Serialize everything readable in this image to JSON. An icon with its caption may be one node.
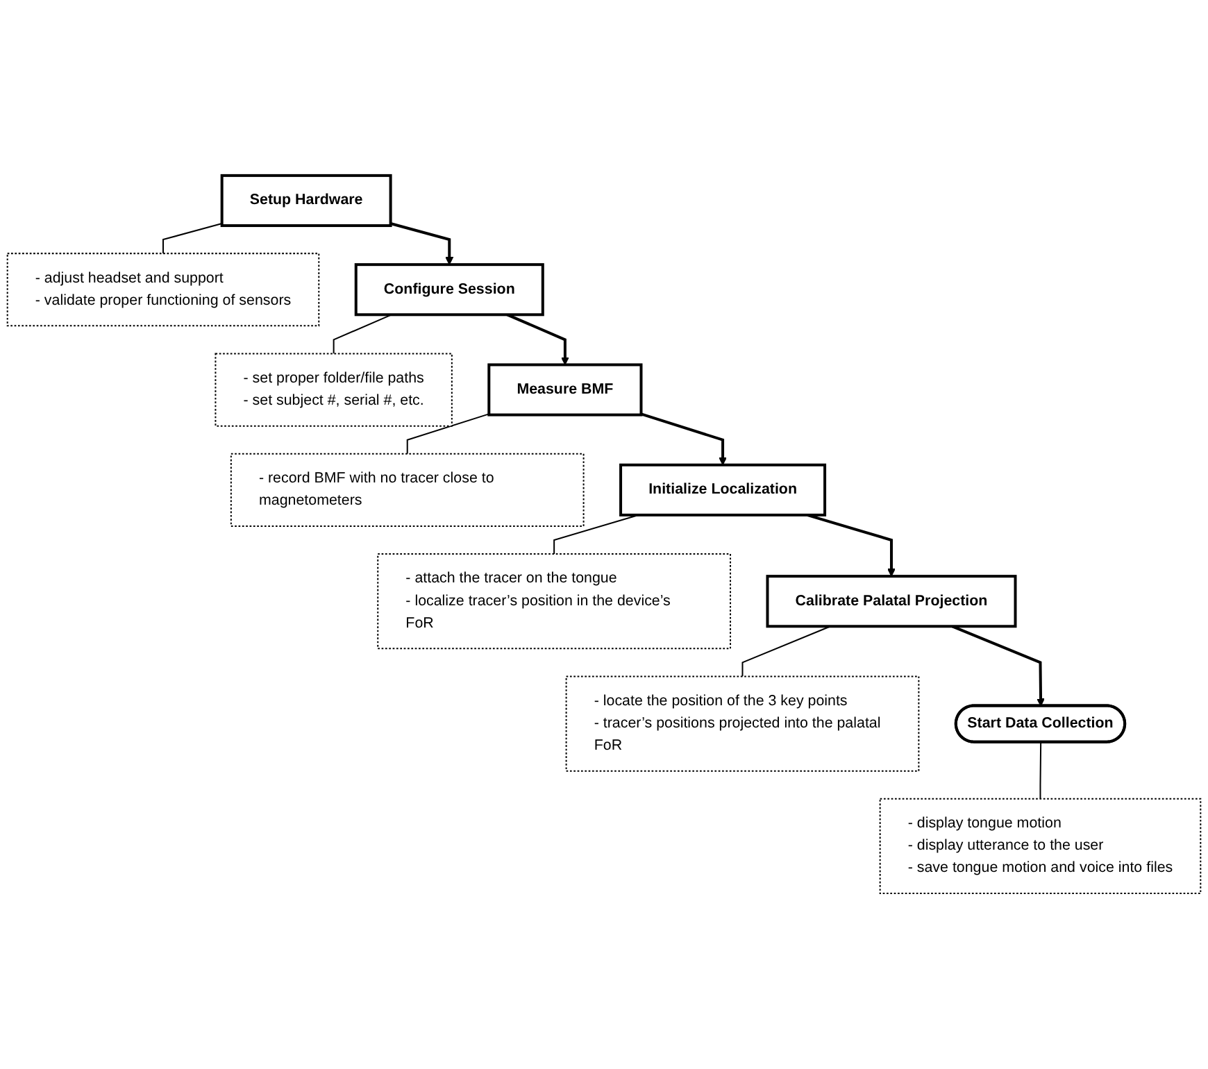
{
  "diagram": {
    "nodes": [
      {
        "text": [
          "Setup Hardware"
        ]
      },
      {
        "text": [
          "- adjust headset and support",
          "- validate proper functioning of sensors"
        ]
      },
      {
        "text": [
          "Configure Session"
        ]
      },
      {
        "text": [
          "- set proper folder/file paths",
          "- set subject #, serial #, etc."
        ]
      },
      {
        "text": [
          "Measure BMF"
        ]
      },
      {
        "text": [
          "- record BMF with no tracer close to magnetometers"
        ]
      },
      {
        "text": [
          "Initialize Localization"
        ]
      },
      {
        "text": [
          "- attach the tracer on the tongue",
          "- localize tracer’s position in the device’s FoR"
        ]
      },
      {
        "text": [
          "Calibrate Palatal Projection"
        ]
      },
      {
        "text": [
          "- locate the position of the 3 key points",
          "- tracer’s positions projected into the palatal FoR"
        ]
      },
      {
        "text": [
          "Start Data Collection"
        ]
      },
      {
        "text": [
          "- display tongue motion",
          "- display utterance to the user",
          "- save tongue motion and voice into files"
        ]
      }
    ],
    "edges": [
      {
        "from": 0,
        "to": 1,
        "arrow": "none"
      },
      {
        "from": 0,
        "to": 2,
        "arrow": "to"
      },
      {
        "from": 2,
        "to": 3,
        "arrow": "none"
      },
      {
        "from": 2,
        "to": 4,
        "arrow": "to"
      },
      {
        "from": 4,
        "to": 5,
        "arrow": "none"
      },
      {
        "from": 4,
        "to": 6,
        "arrow": "to"
      },
      {
        "from": 6,
        "to": 7,
        "arrow": "none"
      },
      {
        "from": 6,
        "to": 8,
        "arrow": "to"
      },
      {
        "from": 8,
        "to": 9,
        "arrow": "none"
      },
      {
        "from": 8,
        "to": 10,
        "arrow": "to"
      },
      {
        "from": 10,
        "to": 11,
        "arrow": "none"
      }
    ]
  }
}
